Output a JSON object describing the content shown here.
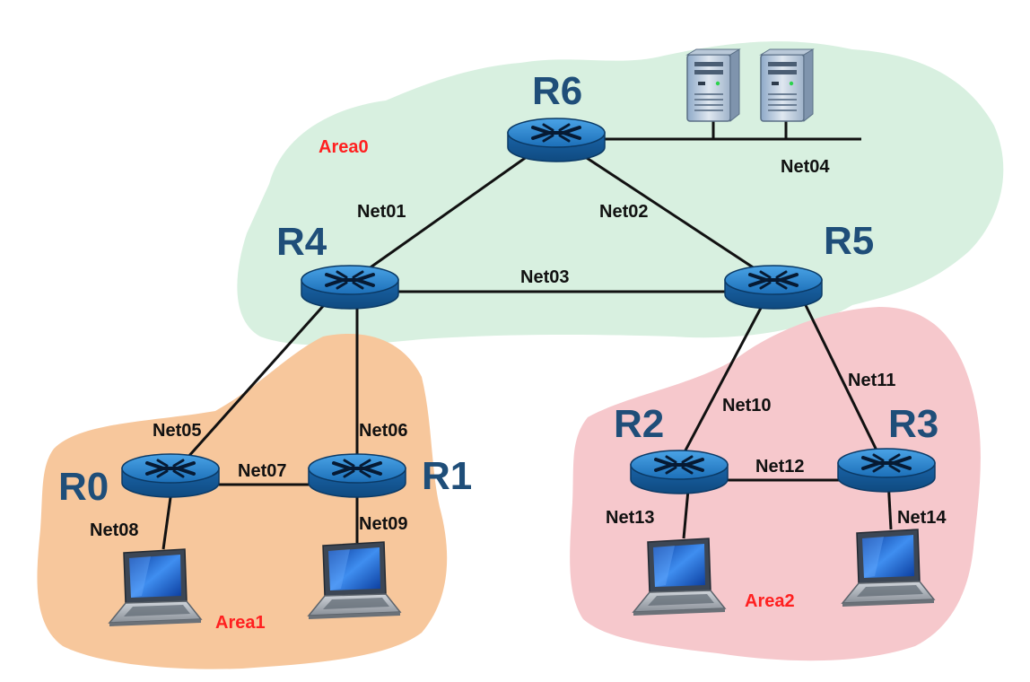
{
  "colors": {
    "area0": "#d8f0e0",
    "area1": "#f7c79c",
    "area2": "#f6c8cc",
    "router_label": "#1f4e79",
    "area_label": "#ff2020",
    "router_body": "#1d6fb5",
    "router_top": "#2b86d1"
  },
  "areas": [
    {
      "id": "area0",
      "label": "Area0"
    },
    {
      "id": "area1",
      "label": "Area1"
    },
    {
      "id": "area2",
      "label": "Area2"
    }
  ],
  "routers": [
    {
      "id": "R0",
      "label": "R0"
    },
    {
      "id": "R1",
      "label": "R1"
    },
    {
      "id": "R2",
      "label": "R2"
    },
    {
      "id": "R3",
      "label": "R3"
    },
    {
      "id": "R4",
      "label": "R4"
    },
    {
      "id": "R5",
      "label": "R5"
    },
    {
      "id": "R6",
      "label": "R6"
    }
  ],
  "networks": [
    {
      "id": "Net01",
      "label": "Net01",
      "endpoints": [
        "R4",
        "R6"
      ]
    },
    {
      "id": "Net02",
      "label": "Net02",
      "endpoints": [
        "R6",
        "R5"
      ]
    },
    {
      "id": "Net03",
      "label": "Net03",
      "endpoints": [
        "R4",
        "R5"
      ]
    },
    {
      "id": "Net04",
      "label": "Net04",
      "endpoints": [
        "R6",
        "server-1",
        "server-2"
      ]
    },
    {
      "id": "Net05",
      "label": "Net05",
      "endpoints": [
        "R4",
        "R0"
      ]
    },
    {
      "id": "Net06",
      "label": "Net06",
      "endpoints": [
        "R4",
        "R1"
      ]
    },
    {
      "id": "Net07",
      "label": "Net07",
      "endpoints": [
        "R0",
        "R1"
      ]
    },
    {
      "id": "Net08",
      "label": "Net08",
      "endpoints": [
        "R0",
        "laptop-1"
      ]
    },
    {
      "id": "Net09",
      "label": "Net09",
      "endpoints": [
        "R1",
        "laptop-2"
      ]
    },
    {
      "id": "Net10",
      "label": "Net10",
      "endpoints": [
        "R5",
        "R2"
      ]
    },
    {
      "id": "Net11",
      "label": "Net11",
      "endpoints": [
        "R5",
        "R3"
      ]
    },
    {
      "id": "Net12",
      "label": "Net12",
      "endpoints": [
        "R2",
        "R3"
      ]
    },
    {
      "id": "Net13",
      "label": "Net13",
      "endpoints": [
        "R2",
        "laptop-3"
      ]
    },
    {
      "id": "Net14",
      "label": "Net14",
      "endpoints": [
        "R3",
        "laptop-4"
      ]
    }
  ],
  "hosts": [
    {
      "id": "server-1",
      "kind": "server-icon"
    },
    {
      "id": "server-2",
      "kind": "server-icon"
    },
    {
      "id": "laptop-1",
      "kind": "laptop-icon"
    },
    {
      "id": "laptop-2",
      "kind": "laptop-icon"
    },
    {
      "id": "laptop-3",
      "kind": "laptop-icon"
    },
    {
      "id": "laptop-4",
      "kind": "laptop-icon"
    }
  ]
}
